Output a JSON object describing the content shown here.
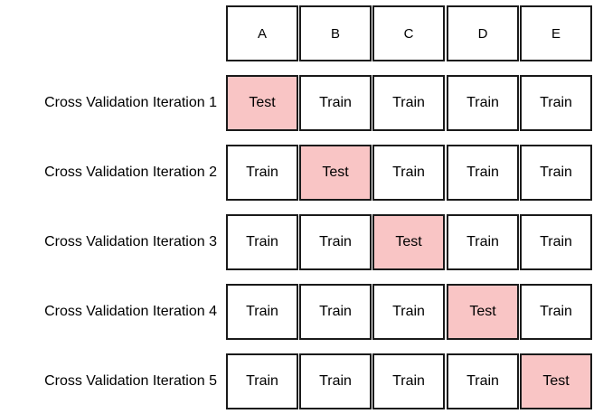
{
  "columns": [
    "A",
    "B",
    "C",
    "D",
    "E"
  ],
  "rows": [
    {
      "label": "Cross Validation Iteration 1",
      "cells": [
        "Test",
        "Train",
        "Train",
        "Train",
        "Train"
      ]
    },
    {
      "label": "Cross Validation Iteration 2",
      "cells": [
        "Train",
        "Test",
        "Train",
        "Train",
        "Train"
      ]
    },
    {
      "label": "Cross Validation Iteration 3",
      "cells": [
        "Train",
        "Train",
        "Test",
        "Train",
        "Train"
      ]
    },
    {
      "label": "Cross Validation Iteration 4",
      "cells": [
        "Train",
        "Train",
        "Train",
        "Test",
        "Train"
      ]
    },
    {
      "label": "Cross Validation Iteration 5",
      "cells": [
        "Train",
        "Train",
        "Train",
        "Train",
        "Test"
      ]
    }
  ],
  "colors": {
    "test_fill": "#f9c5c5",
    "train_fill": "#ffffff",
    "border": "#1a1a1a"
  }
}
